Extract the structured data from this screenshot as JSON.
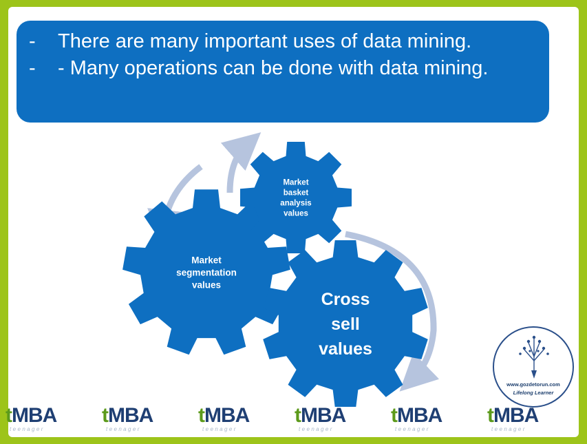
{
  "bullets": [
    {
      "marker": "-",
      "text": "There are many important uses of data mining."
    },
    {
      "marker": "-",
      "text": "- Many operations can be done with data mining."
    }
  ],
  "diagram": {
    "gears": [
      {
        "id": "segmentation",
        "lines": [
          "Market",
          "segmentation",
          "values"
        ]
      },
      {
        "id": "basket",
        "lines": [
          "Market",
          "basket",
          "analysis",
          "values"
        ]
      },
      {
        "id": "cross",
        "lines": [
          "Cross",
          "sell",
          "values"
        ]
      }
    ],
    "colors": {
      "gear": "#0e6fc1",
      "arrow": "#b6c4de"
    }
  },
  "seal": {
    "url": "www.gozdetorun.com",
    "tagline": "Lifelong Learner"
  },
  "footer_logos": [
    {
      "brand": "tMBA",
      "sub": "teenager"
    },
    {
      "brand": "tMBA",
      "sub": "teenager"
    },
    {
      "brand": "tMBA",
      "sub": "teenager"
    },
    {
      "brand": "tMBA",
      "sub": "teenager"
    },
    {
      "brand": "tMBA",
      "sub": "teenager"
    },
    {
      "brand": "tMBA",
      "sub": "teenager"
    }
  ]
}
